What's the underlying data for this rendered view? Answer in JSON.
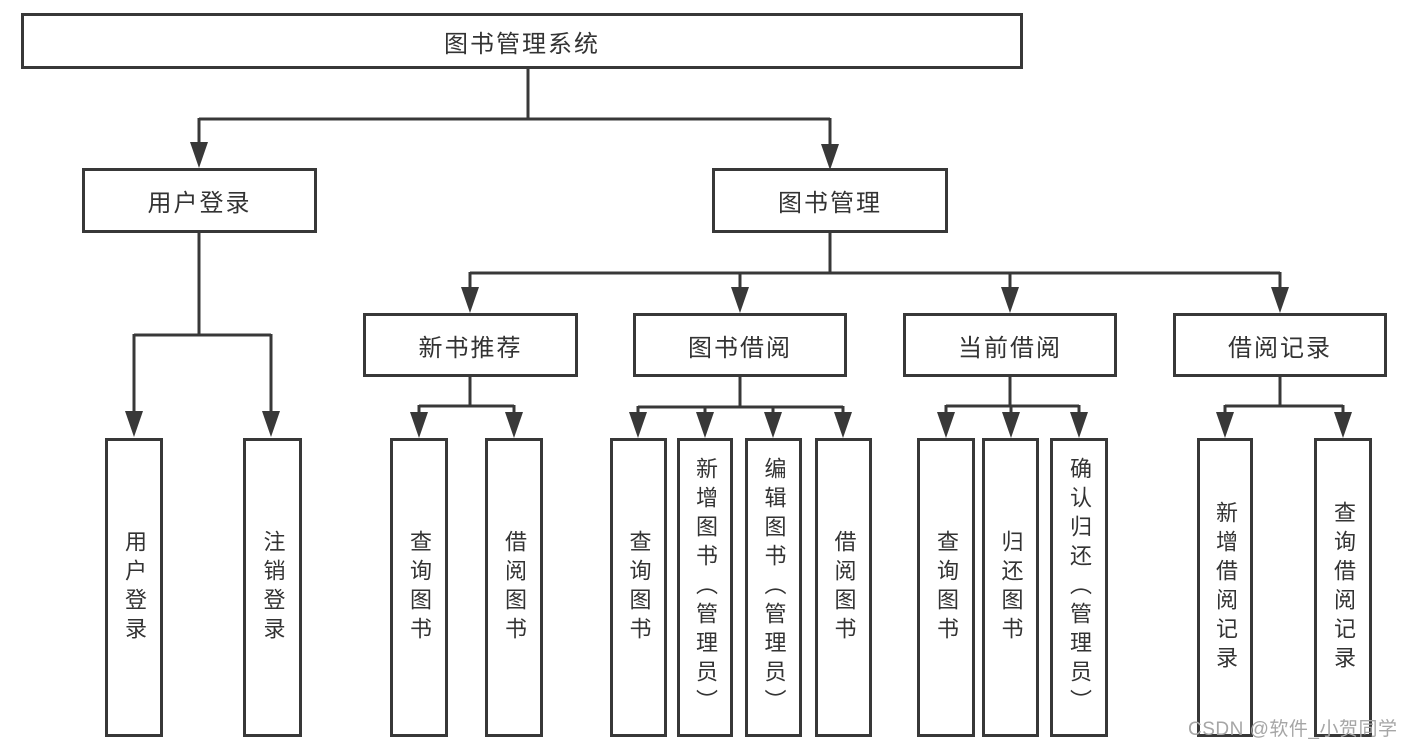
{
  "colors": {
    "background": "#ffffff",
    "line": "#383838",
    "box_border": "#383838",
    "text": "#333333",
    "watermark": "#a6a6a6"
  },
  "watermark": {
    "text": "CSDN @软件_小贺同学"
  },
  "diagram": {
    "root_label": "图书管理系统",
    "login_branch": {
      "label": "用户登录",
      "children": [
        {
          "label": "用户登录"
        },
        {
          "label": "注销登录"
        }
      ]
    },
    "mgmt_branch": {
      "label": "图书管理",
      "groups": [
        {
          "label": "新书推荐",
          "children": [
            {
              "label": "查询图书"
            },
            {
              "label": "借阅图书"
            }
          ]
        },
        {
          "label": "图书借阅",
          "children": [
            {
              "label": "查询图书"
            },
            {
              "label": "新增图书（管理员）"
            },
            {
              "label": "编辑图书（管理员）"
            },
            {
              "label": "借阅图书"
            }
          ]
        },
        {
          "label": "当前借阅",
          "children": [
            {
              "label": "查询图书"
            },
            {
              "label": "归还图书"
            },
            {
              "label": "确认归还（管理员）"
            }
          ]
        },
        {
          "label": "借阅记录",
          "children": [
            {
              "label": "新增借阅记录"
            },
            {
              "label": "查询借阅记录"
            }
          ]
        }
      ]
    }
  }
}
